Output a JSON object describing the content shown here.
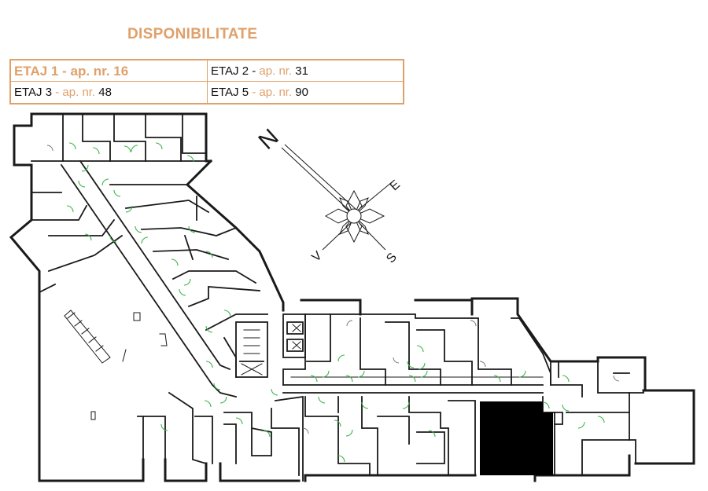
{
  "title": "DISPONIBILITATE",
  "colors": {
    "accent": "#e0a06a",
    "wall": "#1a1a1a",
    "door": "#3bb54a",
    "unit_fill": "#000000"
  },
  "availability": [
    {
      "floor": "ETAJ  1",
      "sep": "  - ",
      "ap_label": "ap. nr.",
      "ap_number": "16"
    },
    {
      "floor": "ETAJ 2",
      "sep": " - ",
      "ap_label": "ap. nr.",
      "ap_number": "31"
    },
    {
      "floor": "ETAJ  3",
      "sep": "   - ",
      "ap_label": "ap. nr.",
      "ap_number": "48"
    },
    {
      "floor": "ETAJ 5",
      "sep": " - ",
      "ap_label": "ap. nr.",
      "ap_number": "90"
    }
  ],
  "compass": {
    "north": "N",
    "east": "E",
    "south": "S",
    "west": "V"
  }
}
